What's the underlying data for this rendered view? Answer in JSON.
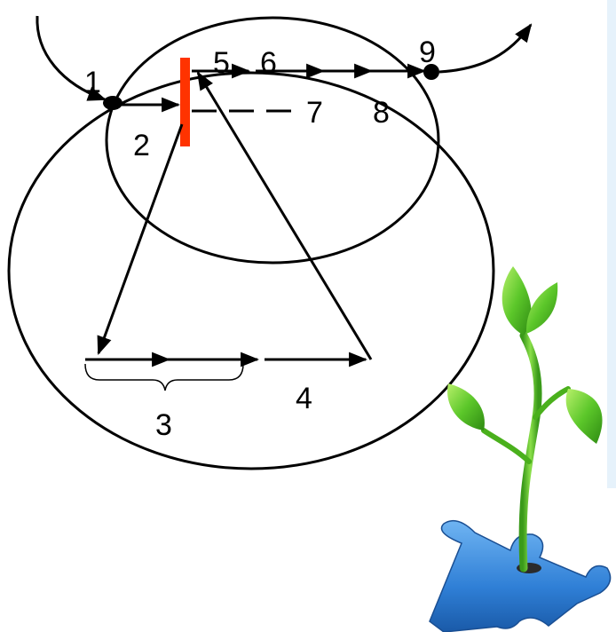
{
  "diagram": {
    "labels": {
      "n1": "1",
      "n2": "2",
      "n3": "3",
      "n4": "4",
      "n5": "5",
      "n6": "6",
      "n7": "7",
      "n8": "8",
      "n9": "9"
    },
    "colors": {
      "line": "#000000",
      "barrier": "#ff3300",
      "plant_leaf": "#5cc72a",
      "puzzle_piece": "#2f7fd6"
    },
    "icons": {
      "decoration": "plant-on-puzzle-piece-icon"
    }
  }
}
